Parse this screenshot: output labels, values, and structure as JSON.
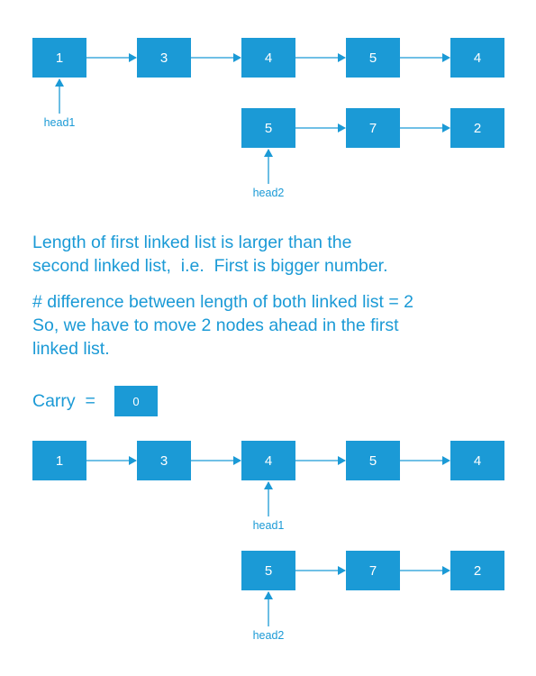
{
  "colors": {
    "node": "#1b9ad6",
    "node_text": "#ffffff",
    "text": "#1b9ad6"
  },
  "diagram1": {
    "list1": [
      "1",
      "3",
      "4",
      "5",
      "4"
    ],
    "list2": [
      "5",
      "7",
      "2"
    ],
    "head1_label": "head1",
    "head2_label": "head2"
  },
  "text1": [
    "Length of first linked list is larger than the",
    "second linked list,  i.e.  First is bigger number."
  ],
  "text2": [
    "# difference between length of both linked list = 2",
    "So, we have to move 2 nodes ahead in the first",
    "linked list."
  ],
  "carry": {
    "label": "Carry  =",
    "value": "0"
  },
  "diagram2": {
    "list1": [
      "1",
      "3",
      "4",
      "5",
      "4"
    ],
    "list2": [
      "5",
      "7",
      "2"
    ],
    "head1_label": "head1",
    "head2_label": "head2"
  }
}
